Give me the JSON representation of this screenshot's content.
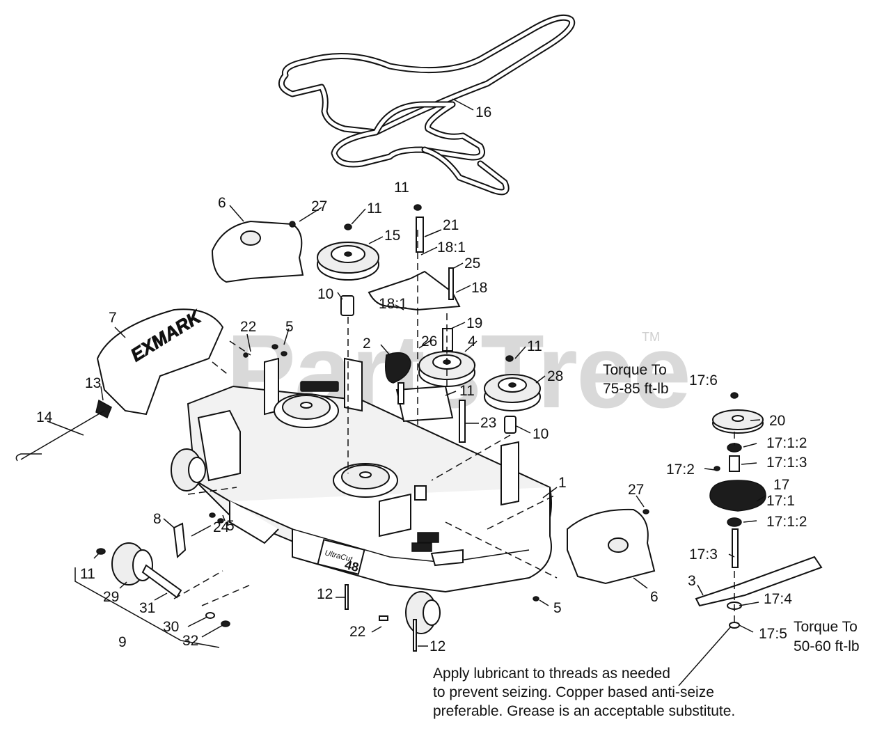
{
  "watermark": {
    "text": "PartsTree",
    "trademark": "TM"
  },
  "callouts": [
    {
      "id": "c-16",
      "text": "16"
    },
    {
      "id": "c-11a",
      "text": "11"
    },
    {
      "id": "c-6a",
      "text": "6"
    },
    {
      "id": "c-27a",
      "text": "27"
    },
    {
      "id": "c-11b",
      "text": "11"
    },
    {
      "id": "c-21",
      "text": "21"
    },
    {
      "id": "c-15",
      "text": "15"
    },
    {
      "id": "c-18-1a",
      "text": "18:1"
    },
    {
      "id": "c-25",
      "text": "25"
    },
    {
      "id": "c-18",
      "text": "18"
    },
    {
      "id": "c-10a",
      "text": "10"
    },
    {
      "id": "c-18-1b",
      "text": "18:1"
    },
    {
      "id": "c-19",
      "text": "19"
    },
    {
      "id": "c-7",
      "text": "7"
    },
    {
      "id": "c-22a",
      "text": "22"
    },
    {
      "id": "c-5a",
      "text": "5"
    },
    {
      "id": "c-2",
      "text": "2"
    },
    {
      "id": "c-26",
      "text": "26"
    },
    {
      "id": "c-4",
      "text": "4"
    },
    {
      "id": "c-11c",
      "text": "11"
    },
    {
      "id": "c-28",
      "text": "28"
    },
    {
      "id": "c-11d",
      "text": "11"
    },
    {
      "id": "c-13",
      "text": "13"
    },
    {
      "id": "c-14",
      "text": "14"
    },
    {
      "id": "c-23",
      "text": "23"
    },
    {
      "id": "c-10b",
      "text": "10"
    },
    {
      "id": "c-17-6",
      "text": "17:6"
    },
    {
      "id": "c-20",
      "text": "20"
    },
    {
      "id": "c-17-1-2a",
      "text": "17:1:2"
    },
    {
      "id": "c-17-2",
      "text": "17:2"
    },
    {
      "id": "c-17-1-3",
      "text": "17:1:3"
    },
    {
      "id": "c-17",
      "text": "17"
    },
    {
      "id": "c-17-1",
      "text": "17:1"
    },
    {
      "id": "c-1",
      "text": "1"
    },
    {
      "id": "c-27b",
      "text": "27"
    },
    {
      "id": "c-17-1-2b",
      "text": "17:1:2"
    },
    {
      "id": "c-8",
      "text": "8"
    },
    {
      "id": "c-5b",
      "text": "5"
    },
    {
      "id": "c-24",
      "text": "24"
    },
    {
      "id": "c-17-3",
      "text": "17:3"
    },
    {
      "id": "c-11e",
      "text": "11"
    },
    {
      "id": "c-3",
      "text": "3"
    },
    {
      "id": "c-29",
      "text": "29"
    },
    {
      "id": "c-12a",
      "text": "12"
    },
    {
      "id": "c-6b",
      "text": "6"
    },
    {
      "id": "c-31",
      "text": "31"
    },
    {
      "id": "c-5c",
      "text": "5"
    },
    {
      "id": "c-17-4",
      "text": "17:4"
    },
    {
      "id": "c-30",
      "text": "30"
    },
    {
      "id": "c-9",
      "text": "9"
    },
    {
      "id": "c-32",
      "text": "32"
    },
    {
      "id": "c-22b",
      "text": "22"
    },
    {
      "id": "c-17-5",
      "text": "17:5"
    },
    {
      "id": "c-12b",
      "text": "12"
    }
  ],
  "torque_notes": {
    "upper": {
      "line1": "Torque To",
      "line2": "75-85 ft-lb"
    },
    "lower": {
      "line1": "Torque To",
      "line2": "50-60 ft-lb"
    }
  },
  "lubricant_note": {
    "line1": "Apply lubricant to threads as needed",
    "line2": "to prevent seizing. Copper based anti-seize",
    "line3": "preferable. Grease is an acceptable substitute."
  },
  "deck_decal": {
    "brand": "UltraCut",
    "size": "48"
  },
  "colors": {
    "ink": "#111111",
    "watermark": "#d9d9d9",
    "background": "#ffffff"
  }
}
